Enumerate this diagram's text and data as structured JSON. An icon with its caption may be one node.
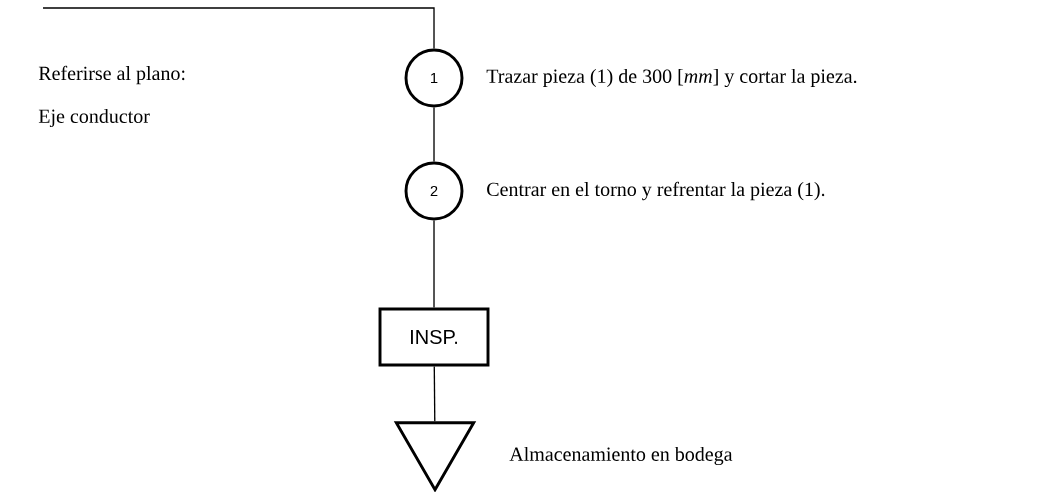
{
  "diagram": {
    "nodes": [
      {
        "text": [
          "1"
        ],
        "beside": [
          "Trazar pieza (1) de 300 [*mm*] y cortar la pieza."
        ]
      },
      {
        "text": [
          "2"
        ],
        "beside": [
          "Centrar en el torno y refrentar la pieza (1)."
        ]
      },
      {
        "text": [
          "INSP."
        ]
      },
      {
        "text": [],
        "shape": "triangle",
        "beside": [
          "Almacenamiento en bodega"
        ]
      }
    ],
    "edges": [
      {
        "from": null,
        "to": 0,
        "arrow": "none"
      },
      {
        "from": 0,
        "to": 1,
        "arrow": "none"
      },
      {
        "from": 1,
        "to": 2,
        "arrow": "none"
      },
      {
        "from": 2,
        "to": 3,
        "arrow": "none"
      }
    ],
    "labels": [
      "Referirse al plano:",
      "Eje conductor"
    ]
  }
}
